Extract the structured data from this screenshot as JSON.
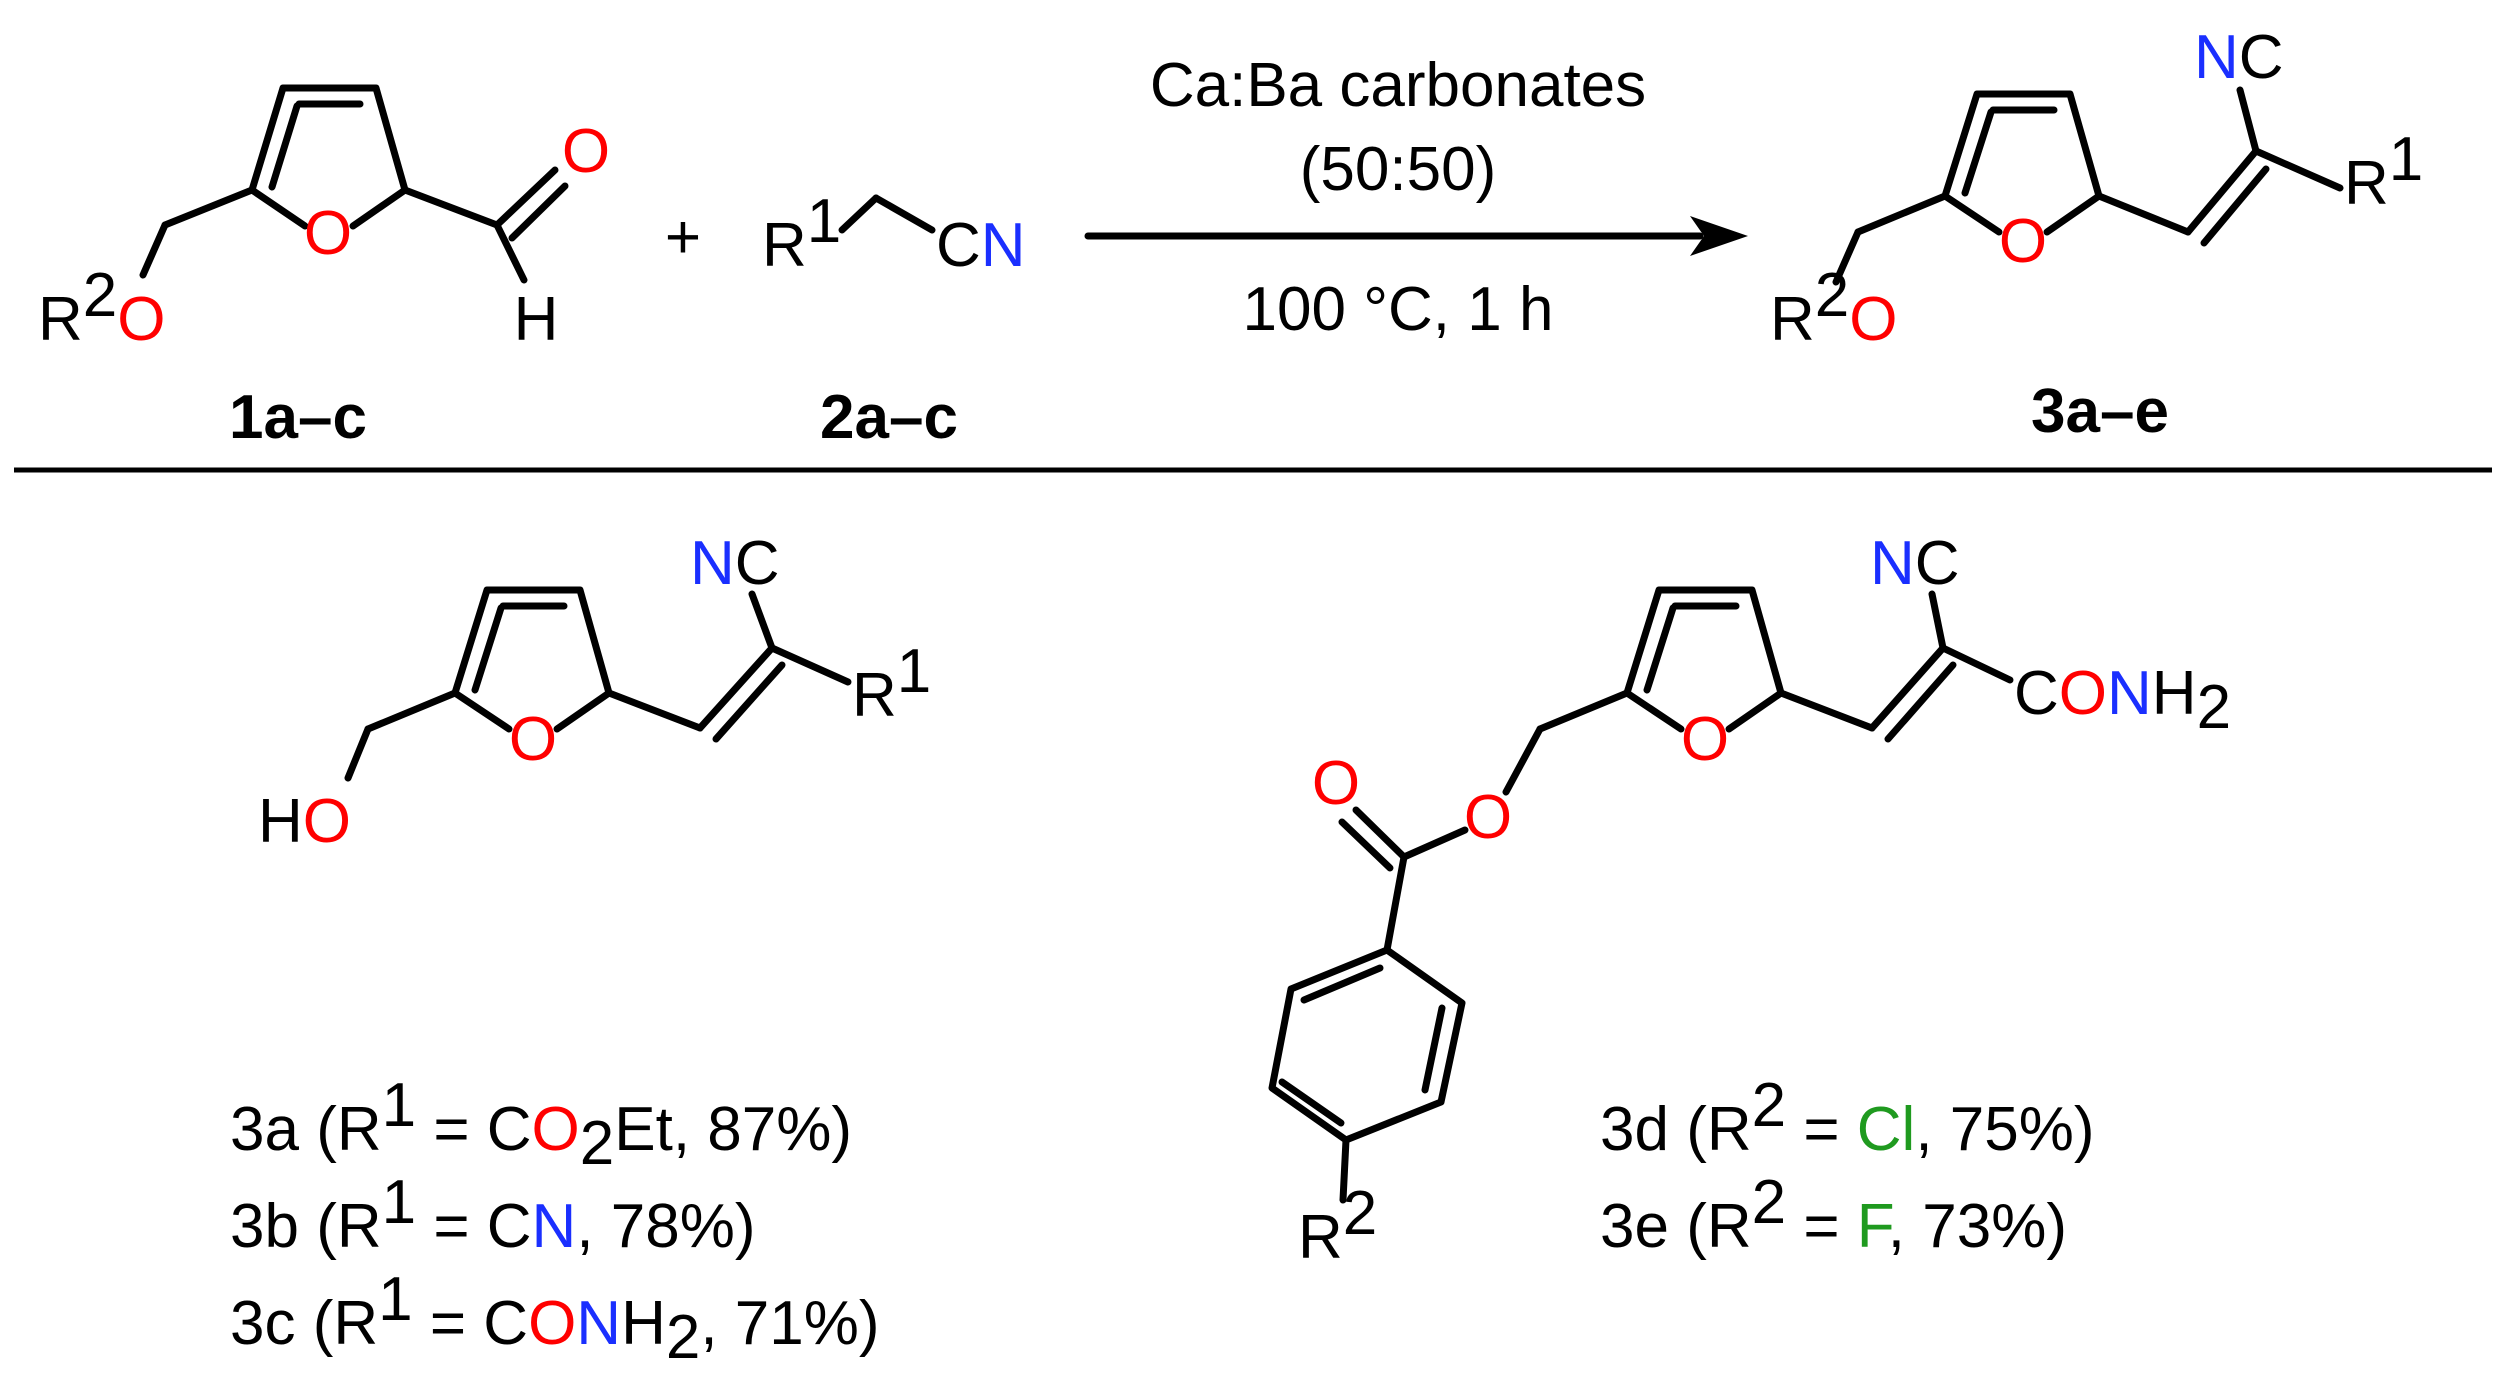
{
  "colors": {
    "oxygen": "#ff0000",
    "nitrogen": "#1a2fff",
    "halogen": "#1f9a1f",
    "bond": "#000000"
  },
  "reaction": {
    "reagent": "Ca:Ba carbonates",
    "ratio": "(50:50)",
    "conditions": "100 °C, 1 h",
    "plus": "+"
  },
  "compounds": {
    "c1": {
      "label": "1a–c"
    },
    "c2": {
      "label": "2a–c"
    },
    "c3": {
      "label": "3a–e"
    }
  },
  "atoms": {
    "O": "O",
    "H": "H",
    "R": "R",
    "C": "C",
    "N": "N",
    "sup1": "1",
    "sup2": "2",
    "NC": "NC",
    "CN": "CN",
    "HO": "HO",
    "CO": "CO",
    "NH": "NH",
    "sub2": "2"
  },
  "results": {
    "left": [
      {
        "id": "3a",
        "r": "R",
        "sup": "1",
        "eq": " = C",
        "o": "O",
        "sub": "2",
        "tail": "Et, 87%)"
      },
      {
        "id": "3b",
        "r": "R",
        "sup": "1",
        "eq": " = C",
        "n": "N",
        "tail": ", 78%)"
      },
      {
        "id": "3c",
        "r": "R",
        "sup": "1",
        "eq": " = C",
        "o": "O",
        "n": "N",
        "h": "H",
        "sub": "2",
        "tail": ", 71%)"
      }
    ],
    "right": [
      {
        "id": "3d",
        "r": "R",
        "sup": "2",
        "eq": " = ",
        "x": "Cl",
        "tail": ", 75%)"
      },
      {
        "id": "3e",
        "r": "R",
        "sup": "2",
        "eq": " = ",
        "x": "F",
        "tail": ", 73%)"
      }
    ]
  }
}
